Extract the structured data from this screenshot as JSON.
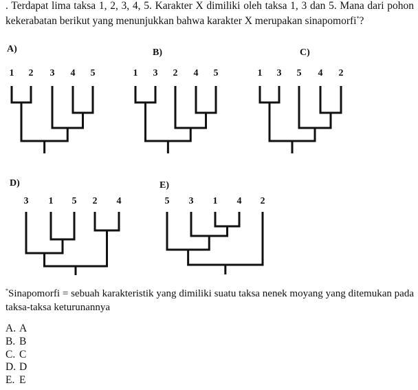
{
  "question": {
    "text": ". Terdapat lima taksa 1, 2, 3, 4, 5. Karakter X dimiliki oleh taksa 1, 3 dan 5. Mana dari pohon kekerabatan berikut yang menunjukkan bahwa karakter X merupakan sinapomorfi",
    "marker": "*",
    "end": "?"
  },
  "trees": [
    {
      "label": "A)",
      "taxa": [
        "1",
        "2",
        "3",
        "4",
        "5"
      ]
    },
    {
      "label": "B)",
      "taxa": [
        "1",
        "3",
        "2",
        "4",
        "5"
      ]
    },
    {
      "label": "C)",
      "taxa": [
        "1",
        "3",
        "5",
        "4",
        "2"
      ]
    },
    {
      "label": "D)",
      "taxa": [
        "3",
        "1",
        "5",
        "2",
        "4"
      ]
    },
    {
      "label": "E)",
      "taxa": [
        "5",
        "3",
        "1",
        "4",
        "2"
      ]
    }
  ],
  "footnote": {
    "marker": "*",
    "text": "Sinapomorfi = sebuah karakteristik yang dimiliki suatu taksa nenek moyang yang ditemukan pada taksa-taksa keturunannya"
  },
  "options": [
    {
      "letter": "A.",
      "text": "A"
    },
    {
      "letter": "B.",
      "text": "B"
    },
    {
      "letter": "C.",
      "text": "C"
    },
    {
      "letter": "D.",
      "text": "D"
    },
    {
      "letter": "E.",
      "text": "E"
    }
  ]
}
